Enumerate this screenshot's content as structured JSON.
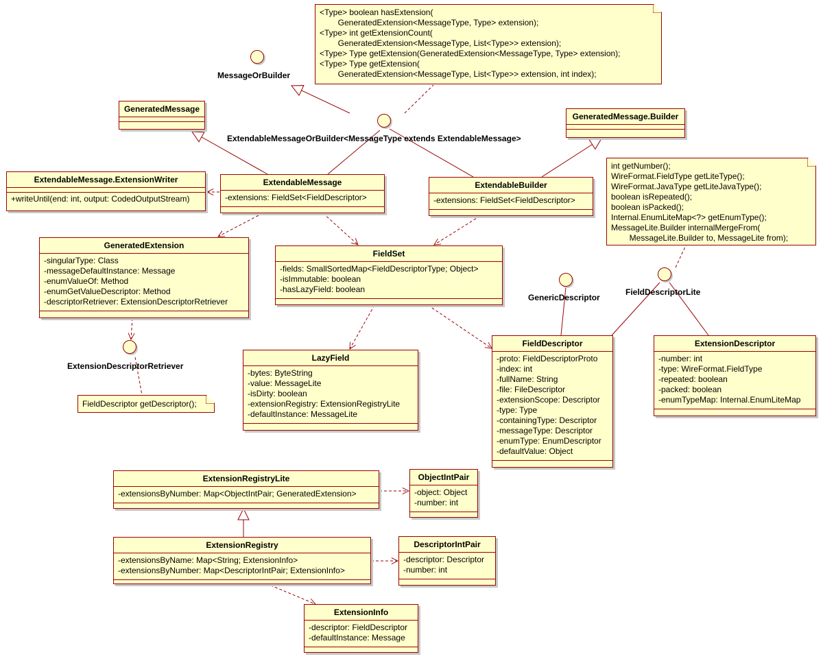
{
  "notes": {
    "extendable_ops": [
      "<Type> boolean hasExtension(",
      "        GeneratedExtension<MessageType, Type> extension);",
      "<Type> int getExtensionCount(",
      "        GeneratedExtension<MessageType, List<Type>> extension);",
      "<Type> Type getExtension(GeneratedExtension<MessageType, Type> extension);",
      "<Type> Type getExtension(",
      "        GeneratedExtension<MessageType, List<Type>> extension, int index);"
    ],
    "field_descriptor_lite_ops": [
      "int getNumber();",
      "WireFormat.FieldType getLiteType();",
      "WireFormat.JavaType getLiteJavaType();",
      "boolean isRepeated();",
      "boolean isPacked();",
      "Internal.EnumLiteMap<?> getEnumType();",
      "MessageLite.Builder internalMergeFrom(",
      "        MessageLite.Builder to, MessageLite from);"
    ],
    "retriever_op": "FieldDescriptor getDescriptor();"
  },
  "interfaces": {
    "message_or_builder": "MessageOrBuilder",
    "extendable_message_or_builder": "ExtendableMessageOrBuilder<MessageType extends ExtendableMessage>",
    "generic_descriptor": "GenericDescriptor",
    "field_descriptor_lite": "FieldDescriptorLite",
    "extension_descriptor_retriever": "ExtensionDescriptorRetriever"
  },
  "classes": {
    "generated_message": {
      "name": "GeneratedMessage",
      "attrs": [],
      "ops": []
    },
    "generated_message_builder": {
      "name": "GeneratedMessage.Builder",
      "attrs": [],
      "ops": []
    },
    "extension_writer": {
      "name": "ExtendableMessage.ExtensionWriter",
      "attrs": [],
      "ops": [
        "+writeUntil(end: int, output: CodedOutputStream)"
      ]
    },
    "extendable_message": {
      "name": "ExtendableMessage",
      "attrs": [
        "-extensions: FieldSet<FieldDescriptor>"
      ],
      "ops": []
    },
    "extendable_builder": {
      "name": "ExtendableBuilder",
      "attrs": [
        "-extensions: FieldSet<FieldDescriptor>"
      ],
      "ops": []
    },
    "generated_extension": {
      "name": "GeneratedExtension",
      "attrs": [
        "-singularType: Class",
        "-messageDefaultInstance: Message",
        "-enumValueOf: Method",
        "-enumGetValueDescriptor: Method",
        "-descriptorRetriever: ExtensionDescriptorRetriever"
      ],
      "ops": []
    },
    "field_set": {
      "name": "FieldSet",
      "attrs": [
        "-fields: SmallSortedMap<FieldDescriptorType; Object>",
        "-isImmutable: boolean",
        "-hasLazyField: boolean"
      ],
      "ops": []
    },
    "lazy_field": {
      "name": "LazyField",
      "attrs": [
        "-bytes: ByteString",
        "-value: MessageLite",
        "-isDirty: boolean",
        "-extensionRegistry: ExtensionRegistryLite",
        "-defaultInstance: MessageLite"
      ],
      "ops": []
    },
    "field_descriptor": {
      "name": "FieldDescriptor",
      "attrs": [
        "-proto: FieldDescriptorProto",
        "-index: int",
        "-fullName: String",
        "-file: FileDescriptor",
        "-extensionScope: Descriptor",
        "-type: Type",
        "-containingType: Descriptor",
        "-messageType: Descriptor",
        "-enumType: EnumDescriptor",
        "-defaultValue: Object"
      ],
      "ops": []
    },
    "extension_descriptor": {
      "name": "ExtensionDescriptor",
      "attrs": [
        "-number: int",
        "-type: WireFormat.FieldType",
        "-repeated: boolean",
        "-packed: boolean",
        "-enumTypeMap: Internal.EnumLiteMap"
      ],
      "ops": []
    },
    "extension_registry_lite": {
      "name": "ExtensionRegistryLite",
      "attrs": [
        "-extensionsByNumber: Map<ObjectIntPair; GeneratedExtension>"
      ],
      "ops": []
    },
    "object_int_pair": {
      "name": "ObjectIntPair",
      "attrs": [
        "-object: Object",
        "-number: int"
      ],
      "ops": []
    },
    "extension_registry": {
      "name": "ExtensionRegistry",
      "attrs": [
        "-extensionsByName: Map<String; ExtensionInfo>",
        "-extensionsByNumber: Map<DescriptorIntPair; ExtensionInfo>"
      ],
      "ops": []
    },
    "descriptor_int_pair": {
      "name": "DescriptorIntPair",
      "attrs": [
        "-descriptor: Descriptor",
        "-number: int"
      ],
      "ops": []
    },
    "extension_info": {
      "name": "ExtensionInfo",
      "attrs": [
        "-descriptor: FieldDescriptor",
        "-defaultInstance: Message"
      ],
      "ops": []
    }
  },
  "colors": {
    "stroke": "#990000",
    "fill": "#ffffcc",
    "shadow": "#c8c8c8"
  }
}
